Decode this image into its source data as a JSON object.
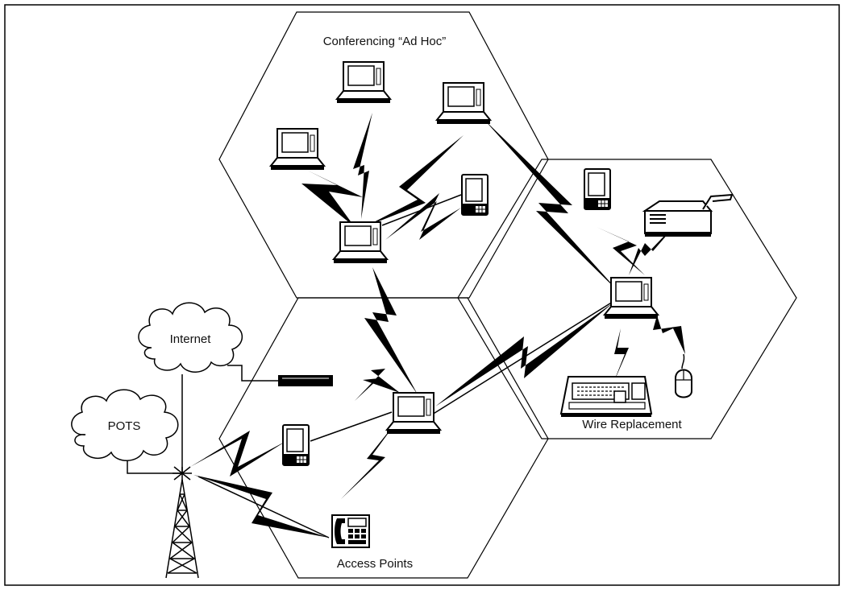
{
  "diagram": {
    "hex_labels": {
      "conferencing": "Conferencing “Ad Hoc”",
      "wire": "Wire Replacement",
      "access": "Access Points"
    },
    "cloud_labels": {
      "internet": "Internet",
      "pots": "POTS"
    }
  }
}
